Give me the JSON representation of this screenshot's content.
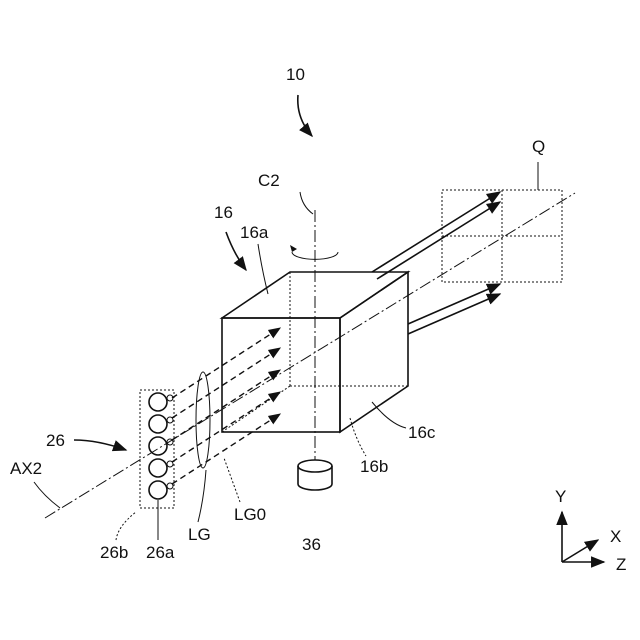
{
  "labels": {
    "device": "10",
    "axis_c2": "C2",
    "deflector": "16",
    "face_16a": "16a",
    "face_16b": "16b",
    "face_16c": "16c",
    "target": "Q",
    "light_source": "26",
    "optical_axis": "AX2",
    "emitter_26a": "26a",
    "holder_26b": "26b",
    "light_group": "LG",
    "light_group_0": "LG0",
    "motor": "36",
    "y_axis": "Y",
    "x_axis": "X",
    "z_axis": "Z"
  }
}
